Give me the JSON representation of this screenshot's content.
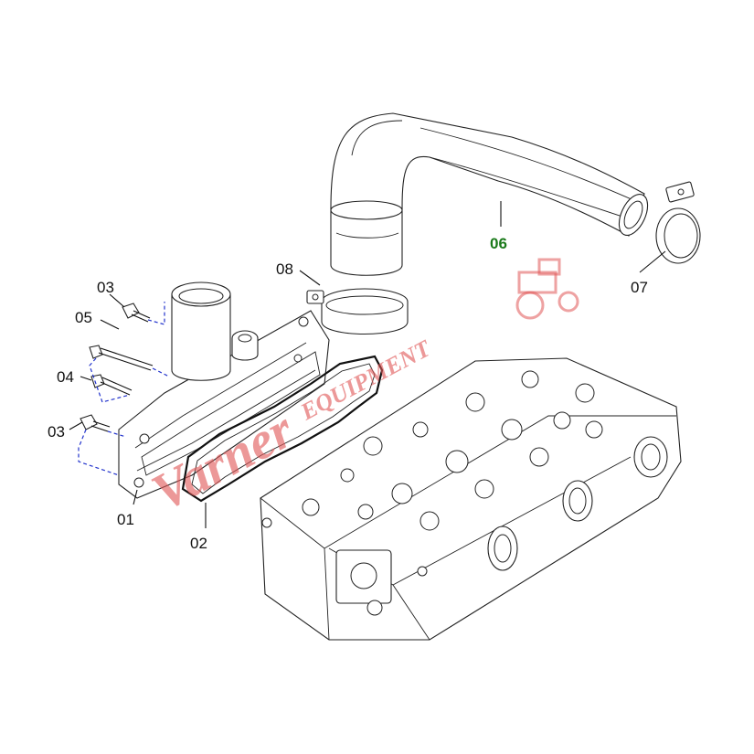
{
  "callouts": [
    {
      "id": "01",
      "label": "01",
      "emphasis": false
    },
    {
      "id": "02",
      "label": "02",
      "emphasis": false
    },
    {
      "id": "03a",
      "label": "03",
      "emphasis": false
    },
    {
      "id": "03b",
      "label": "03",
      "emphasis": false
    },
    {
      "id": "04",
      "label": "04",
      "emphasis": false
    },
    {
      "id": "05",
      "label": "05",
      "emphasis": false
    },
    {
      "id": "06",
      "label": "06",
      "emphasis": true
    },
    {
      "id": "07",
      "label": "07",
      "emphasis": false
    },
    {
      "id": "08",
      "label": "08",
      "emphasis": false
    }
  ],
  "watermark": {
    "script_text": "Varner",
    "block_text": "EQUIPMENT",
    "color": "#e05555"
  },
  "colors": {
    "line": "#222222",
    "leader_dash": "#2233cc",
    "highlight_callout": "#1a7a1a"
  }
}
